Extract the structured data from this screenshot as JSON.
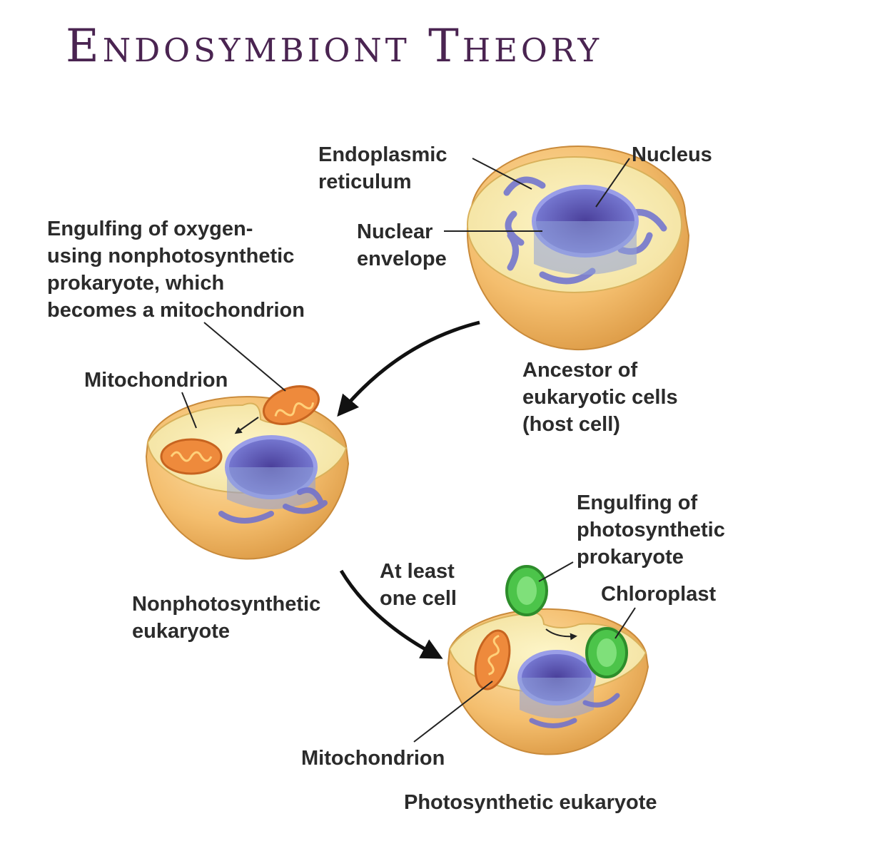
{
  "title": "Endosymbiont Theory",
  "labels": {
    "er": [
      "Endoplasmic",
      "reticulum"
    ],
    "nucleus": "Nucleus",
    "nuclear_envelope": [
      "Nuclear",
      "envelope"
    ],
    "engulf_mito": [
      "Engulfing of oxygen-",
      "using nonphotosynthetic",
      "prokaryote, which",
      "becomes a mitochondrion"
    ],
    "ancestor": [
      "Ancestor of",
      "eukaryotic cells",
      "(host cell)"
    ],
    "mitochondrion_1": "Mitochondrion",
    "nonphoto": [
      "Nonphotosynthetic",
      "eukaryote"
    ],
    "at_least": [
      "At least",
      "one cell"
    ],
    "engulf_photo": [
      "Engulfing of",
      "photosynthetic",
      "prokaryote"
    ],
    "chloroplast": "Chloroplast",
    "mitochondrion_2": "Mitochondrion",
    "photo_eukaryote": "Photosynthetic eukaryote"
  },
  "colors": {
    "title": "#4a2451",
    "cell_outer": "#f2b865",
    "cytoplasm": "#fbefb0",
    "nucleus": "#6b6fd0",
    "mitochondrion": "#ee8a3c",
    "chloroplast": "#4cc44a",
    "arrow": "#111111"
  }
}
